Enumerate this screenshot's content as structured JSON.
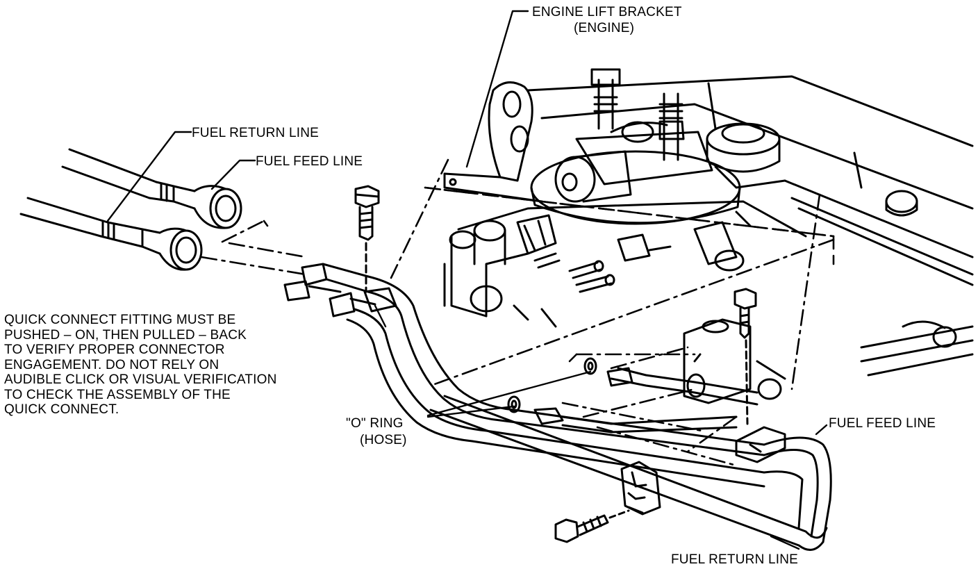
{
  "labels": {
    "engine_lift_bracket": "ENGINE LIFT BRACKET",
    "engine_lift_bracket_sub": "(ENGINE)",
    "fuel_return_line_top": "FUEL RETURN LINE",
    "fuel_feed_line_top": "FUEL FEED LINE",
    "o_ring": "\"O\" RING",
    "o_ring_sub": "(HOSE)",
    "fuel_feed_line_right": "FUEL FEED LINE",
    "fuel_return_line_bottom": "FUEL RETURN LINE"
  },
  "note_lines": [
    "QUICK CONNECT FITTING MUST BE",
    "PUSHED – ON, THEN PULLED – BACK",
    "TO VERIFY PROPER CONNECTOR",
    "ENGAGEMENT.  DO NOT RELY ON",
    "AUDIBLE CLICK OR VISUAL VERIFICATION",
    "TO CHECK THE ASSEMBLY OF THE",
    "QUICK CONNECT."
  ]
}
